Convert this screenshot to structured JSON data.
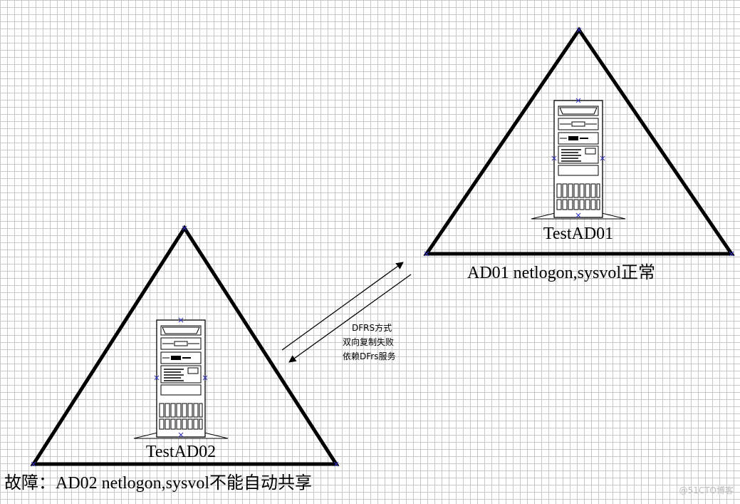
{
  "nodes": {
    "ad01": {
      "name": "TestAD01",
      "status": "AD01 netlogon,sysvol正常"
    },
    "ad02": {
      "name": "TestAD02",
      "status": "故障：AD02 netlogon,sysvol不能自动共享"
    }
  },
  "link": {
    "lines": [
      "DFRS方式",
      "双向复制失败",
      "依赖DFrs服务"
    ]
  },
  "watermark": "@51CTO博客"
}
